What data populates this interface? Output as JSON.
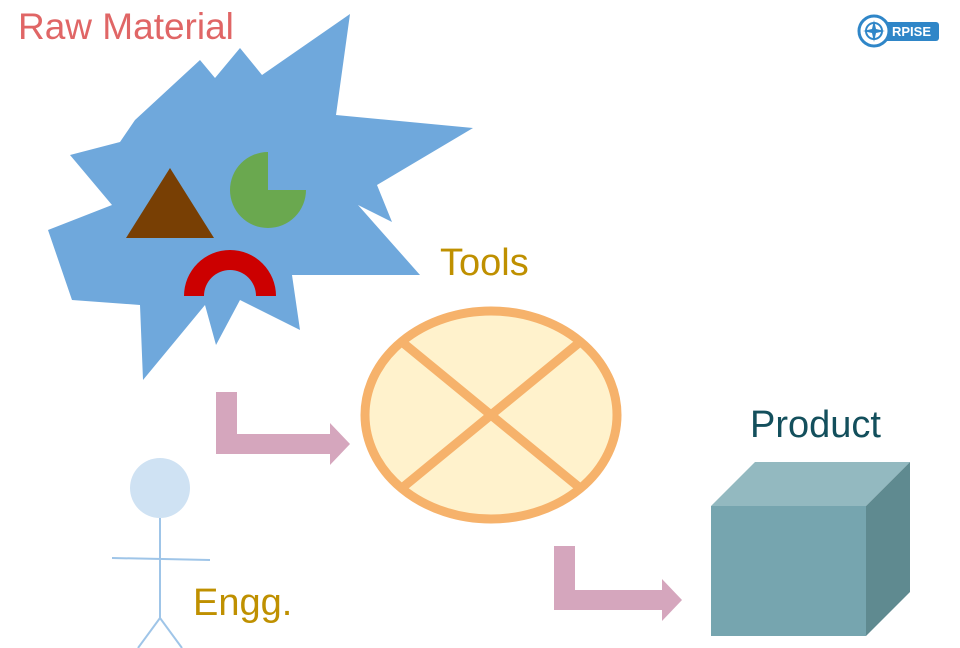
{
  "title": "Raw Material",
  "labels": {
    "tools": "Tools",
    "product": "Product",
    "engineer": "Engg."
  },
  "logo": {
    "text": "RPISE"
  },
  "colors": {
    "title": "#e06666",
    "tools_label": "#bf9000",
    "product_label": "#134f5c",
    "engineer_label": "#bf9000",
    "starburst": "#6fa8dc",
    "triangle": "#783f04",
    "pie": "#6aa84f",
    "arch": "#cc0000",
    "tool_fill": "#fff2cc",
    "tool_stroke": "#f6b26b",
    "arrow": "#d5a6bd",
    "cube_front": "#76a5af",
    "cube_top": "#93b9c0",
    "cube_side": "#5f8a90",
    "person_head": "#cfe2f3",
    "person_body": "#9fc5e8",
    "logo_blue": "#2f86c8"
  }
}
